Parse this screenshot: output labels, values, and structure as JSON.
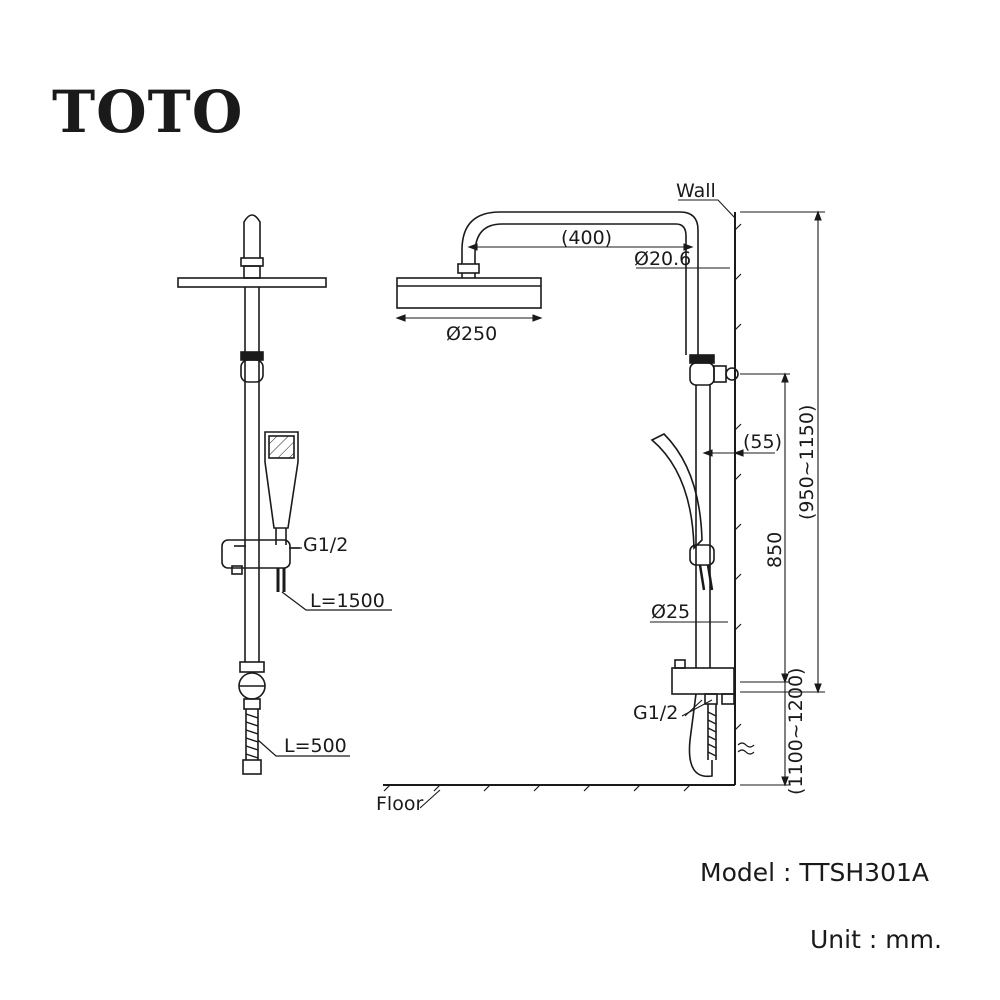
{
  "brand": {
    "name": "TOTO"
  },
  "labels": {
    "wall": "Wall",
    "floor": "Floor",
    "arm_length": "(400)",
    "pipe_dia": "Ø20.6",
    "head_dia": "Ø250",
    "bracket_offset": "(55)",
    "total_height": "(950~1150)",
    "rail_length": "850",
    "lower_pipe_dia": "Ø25",
    "mixer_height": "(1100~1200)",
    "thread_left": "G1/2",
    "thread_right": "G1/2",
    "hose_long": "L=1500",
    "hose_short": "L=500"
  },
  "model": {
    "label": "Model",
    "value": "TTSH301A"
  },
  "unit": {
    "label": "Unit",
    "value": "mm."
  },
  "colors": {
    "line": "#1a1a1a",
    "background": "#ffffff"
  }
}
